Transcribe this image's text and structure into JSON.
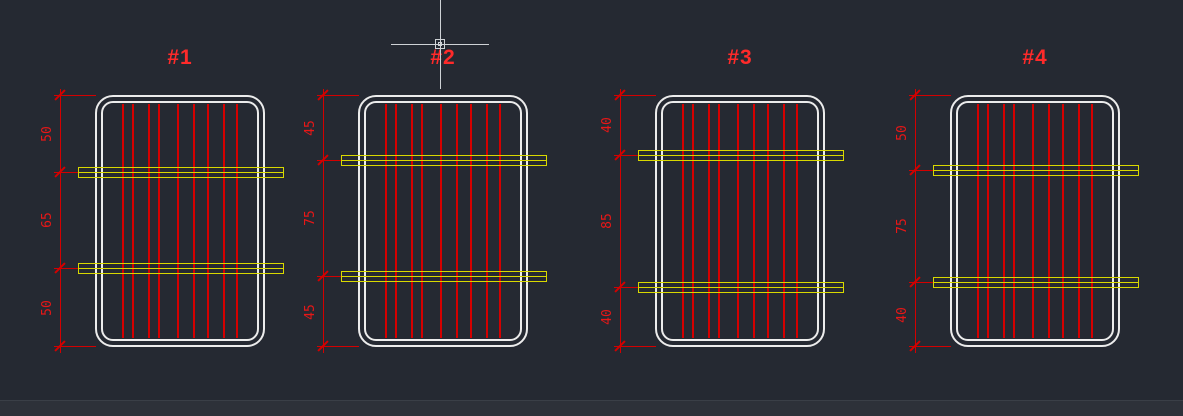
{
  "app": {
    "name": "cad-drawing-canvas"
  },
  "colors": {
    "background": "#252932",
    "bottom_strip": "#2d3139",
    "outline_white": "#ececec",
    "rebar_red": "#d40000",
    "tie_yellow": "#d8d800",
    "label_red": "#ff2a2a",
    "dim_text_red": "#e81717",
    "crosshair": "#cfd2d6"
  },
  "figures": [
    {
      "label": "#1",
      "dims": [
        "50",
        "65",
        "50"
      ]
    },
    {
      "label": "#2",
      "dims": [
        "45",
        "75",
        "45"
      ]
    },
    {
      "label": "#3",
      "dims": [
        "40",
        "85",
        "40"
      ]
    },
    {
      "label": "#4",
      "dims": [
        "50",
        "75",
        "40"
      ]
    }
  ]
}
